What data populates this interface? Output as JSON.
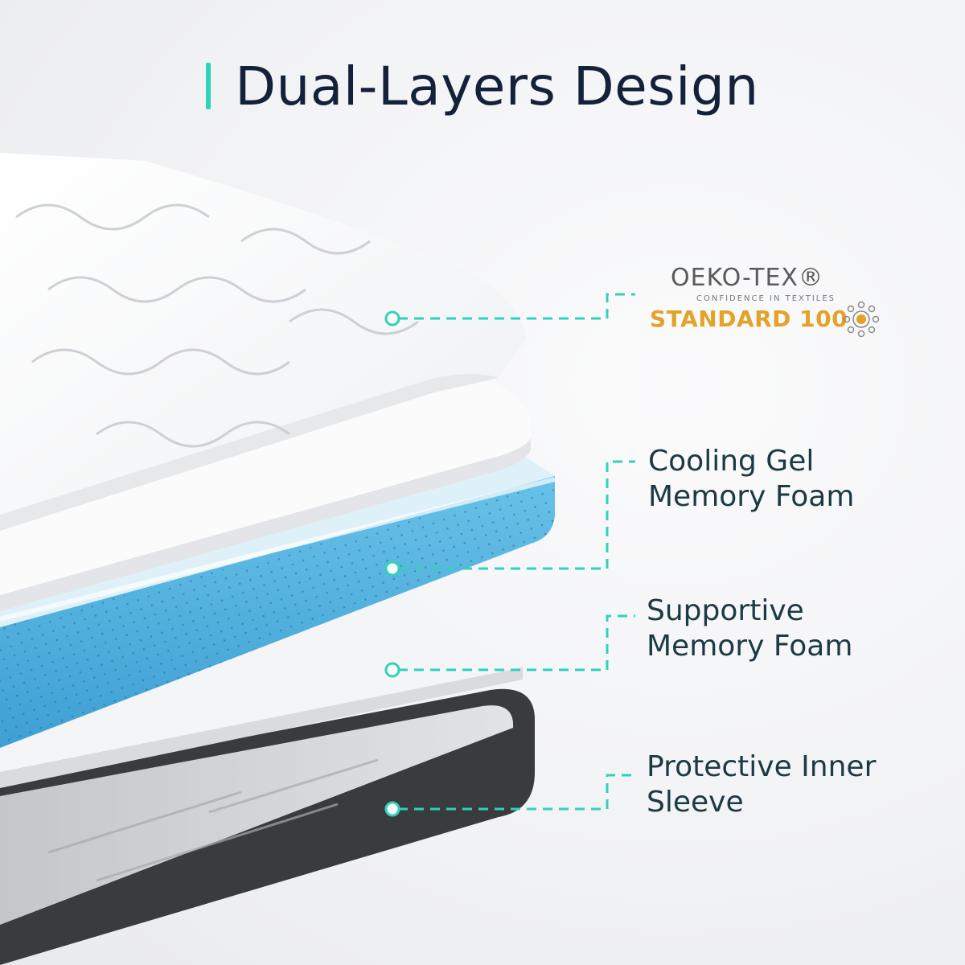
{
  "title": "Dual-Layers Design",
  "badge": {
    "name": "OEKO-TEX®",
    "tagline": "CONFIDENCE IN TEXTILES",
    "standard": "STANDARD 100"
  },
  "layers": [
    {
      "line1": "Cooling Gel",
      "line2": "Memory Foam"
    },
    {
      "line1": "Supportive",
      "line2": "Memory Foam"
    },
    {
      "line1": "Protective Inner",
      "line2": "Sleeve"
    }
  ],
  "colors": {
    "accent": "#2fd3b8",
    "title": "#14213a",
    "label": "#1c3a44",
    "gel": "#5fb6e0",
    "sleeve": "#3a3b3d",
    "badge_gold": "#e3a22a"
  }
}
